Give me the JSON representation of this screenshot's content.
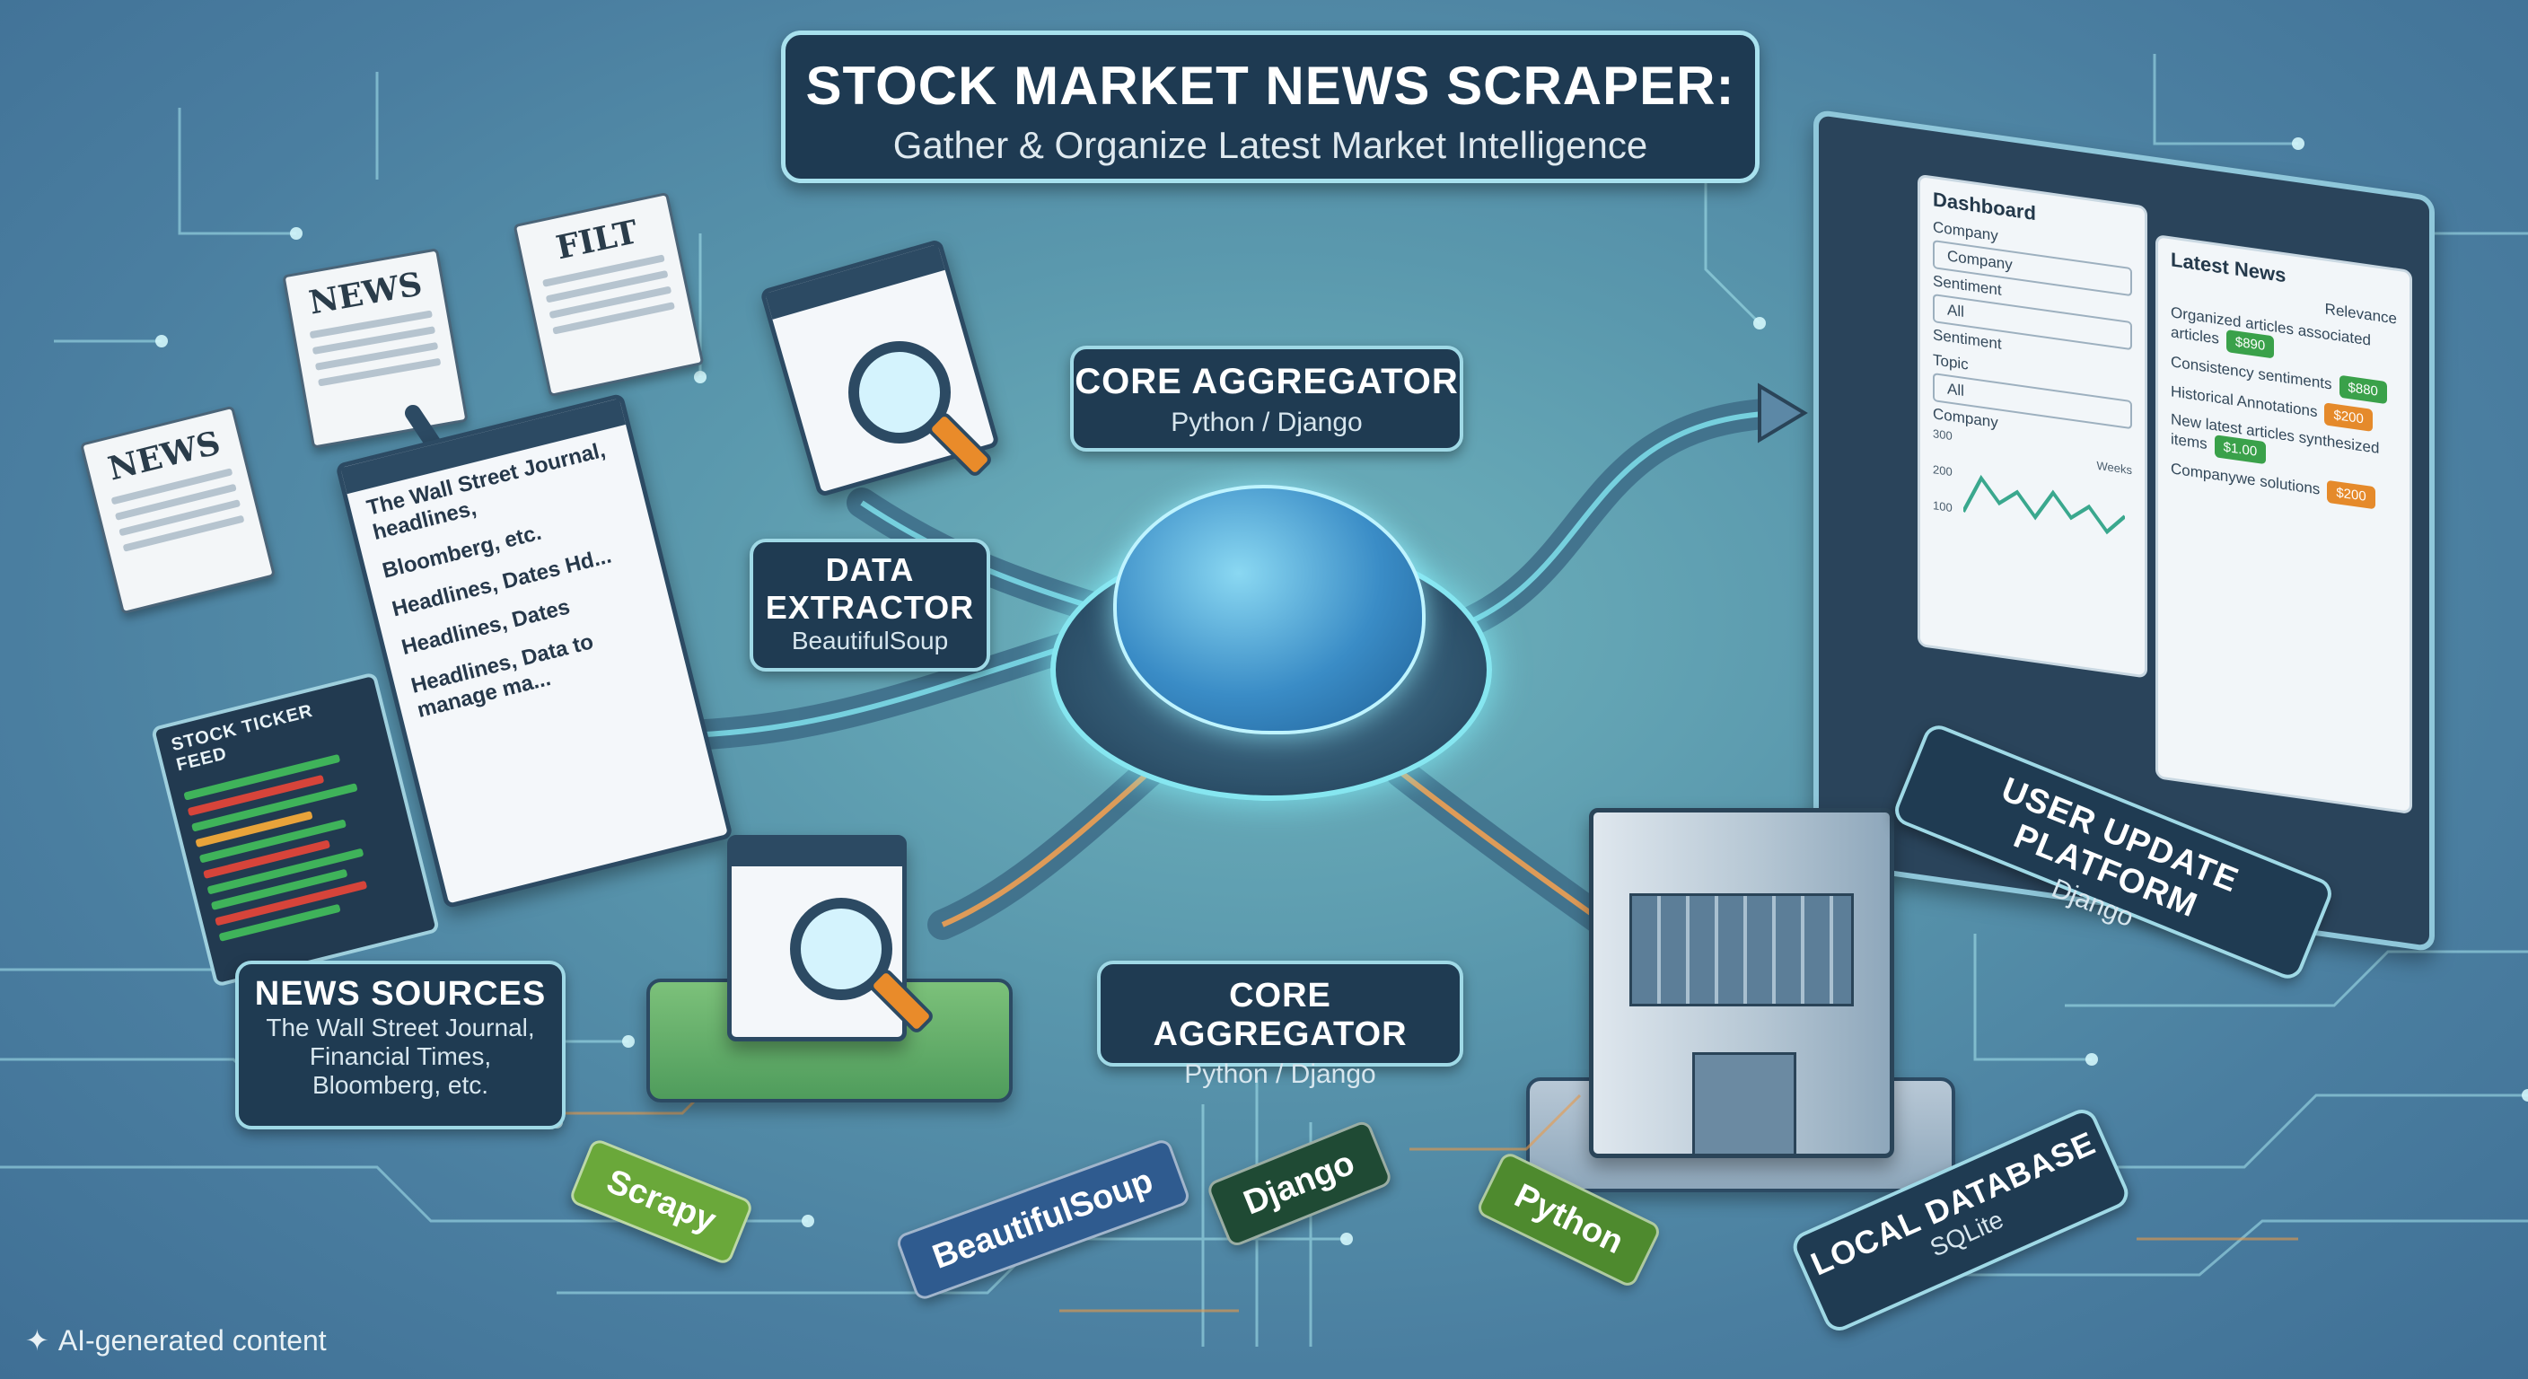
{
  "title": {
    "main": "STOCK MARKET NEWS SCRAPER:",
    "sub": "Gather & Organize Latest Market Intelligence"
  },
  "nodes": {
    "core_aggregator_top": {
      "title": "CORE AGGREGATOR",
      "subtitle": "Python / Django"
    },
    "data_extractor": {
      "title_line1": "DATA",
      "title_line2": "EXTRACTOR",
      "subtitle": "BeautifulSoup"
    },
    "news_sources": {
      "title": "NEWS SOURCES",
      "line1": "The Wall Street Journal,",
      "line2": "Financial Times,",
      "line3": "Bloomberg, etc."
    },
    "core_aggregator_bottom": {
      "title": "CORE AGGREGATOR",
      "subtitle": "Python / Django"
    },
    "user_update_platform": {
      "title": "USER UPDATE PLATFORM",
      "subtitle": "Django"
    },
    "local_database": {
      "title": "LOCAL DATABASE",
      "subtitle": "SQLite"
    }
  },
  "tech_tags": [
    "Scrapy",
    "BeautifulSoup",
    "Django",
    "Python"
  ],
  "news_papers": [
    "NEWS",
    "NEWS",
    "FILT"
  ],
  "source_browser": {
    "line1": "The Wall Street Journal, headlines,",
    "line2": "Bloomberg, etc.",
    "line3": "Headlines, Dates Hd...",
    "line4": "Headlines, Dates",
    "line5": "Headlines, Data to manage ma..."
  },
  "ticker": {
    "title": "STOCK TICKER FEED"
  },
  "dashboard": {
    "title": "Dashboard",
    "company_label": "Company",
    "company_select": "Company",
    "sentiment_label": "Sentiment",
    "sentiment_select": "All",
    "sentiment_option": "Sentiment",
    "topic_label": "Topic",
    "topic_select": "All",
    "chart_label": "Company",
    "axis_values": [
      "300",
      "200",
      "100"
    ],
    "weeks_label": "Weeks",
    "latest_news_title": "Latest News",
    "relevance_label": "Relevance",
    "news_items": [
      {
        "text": "Organized articles associated articles",
        "price": "$890"
      },
      {
        "text": "Consistency sentiments",
        "price": "$880"
      },
      {
        "text": "Historical Annotations",
        "price": "$200"
      },
      {
        "text": "New latest articles synthesized items",
        "price": "$1.00"
      },
      {
        "text": "Companywe solutions",
        "price": "$200"
      }
    ]
  },
  "footer_note": "AI-generated content",
  "colors": {
    "tag_scrapy": "#6aa83a",
    "tag_beautifulsoup": "#2f5b8f",
    "tag_django": "#1f4a34",
    "tag_python": "#4e8a2e",
    "price_green": "#3aa14a",
    "price_orange": "#e58a2b",
    "accent_cyan": "#86e6f0"
  }
}
